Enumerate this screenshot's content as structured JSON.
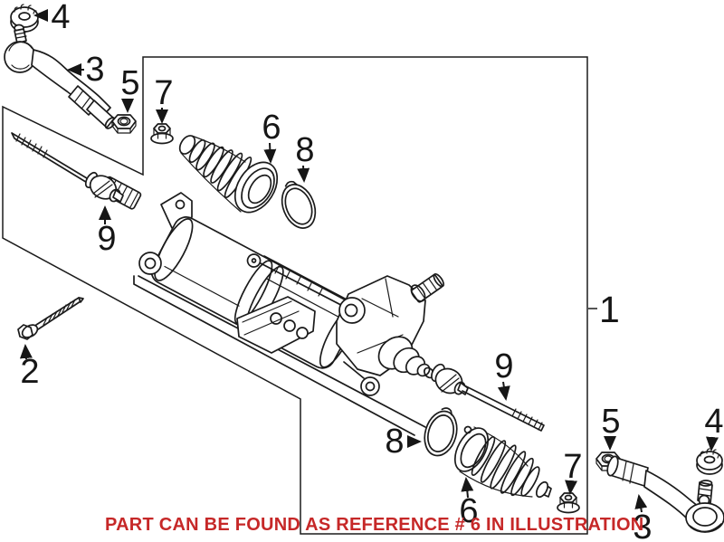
{
  "note": {
    "text": "PART CAN BE FOUND AS REFERENCE # 6 IN ILLUSTRATION",
    "color": "#c62828"
  },
  "callouts": {
    "assembly": "1",
    "bolt": "2",
    "outer_tie_rod_end": "3",
    "lock_nut": "4",
    "jam_nut": "5",
    "bellows_boot": "6",
    "flange_nut": "7",
    "boot_clamp": "8",
    "inner_tie_rod": "9"
  },
  "colors": {
    "line": "#1b1b1b",
    "note_red": "#c62828",
    "background": "#ffffff"
  }
}
